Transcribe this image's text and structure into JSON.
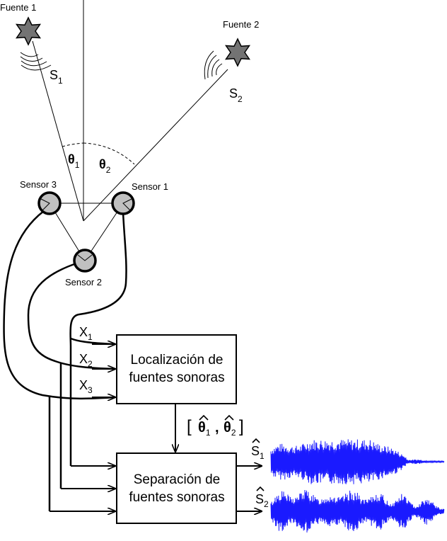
{
  "sources": {
    "fuente1_label": "Fuente 1",
    "fuente2_label": "Fuente 2",
    "s1_main": "S",
    "s1_sub": "1",
    "s2_main": "S",
    "s2_sub": "2",
    "star_color": "#737373"
  },
  "angles": {
    "theta1_main": "θ",
    "theta1_sub": "1",
    "theta2_main": "θ",
    "theta2_sub": "2"
  },
  "sensors": {
    "sensor1_label": "Sensor 1",
    "sensor2_label": "Sensor 2",
    "sensor3_label": "Sensor 3",
    "fill_color": "#c0c0c0"
  },
  "signals": {
    "x1_main": "X",
    "x1_sub": "1",
    "x2_main": "X",
    "x2_sub": "2",
    "x3_main": "X",
    "x3_sub": "3"
  },
  "blocks": {
    "localization_line1": "Localización de",
    "localization_line2": "fuentes sonoras",
    "separation_line1": "Separación de",
    "separation_line2": "fuentes sonoras"
  },
  "estimate": {
    "open": "[",
    "theta1_main": "θ",
    "theta1_sub": "1",
    "comma": ",",
    "theta2_main": "θ",
    "theta2_sub": "2",
    "close": "]"
  },
  "outputs": {
    "shat1_main": "S",
    "shat1_sub": "1",
    "shat2_main": "S",
    "shat2_sub": "2",
    "waveform_color": "#1a1aff"
  }
}
